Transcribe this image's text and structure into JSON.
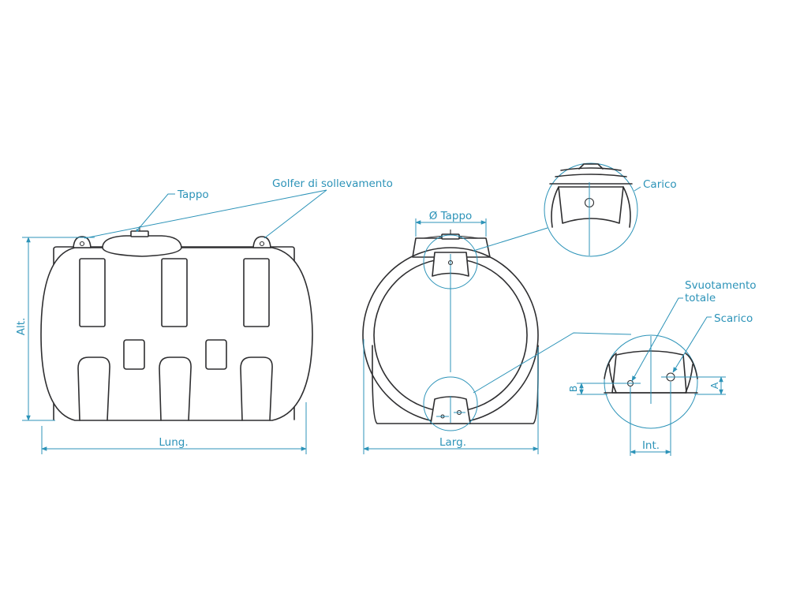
{
  "colors": {
    "accent": "#2c93b8",
    "ink": "#2e2e30",
    "background": "#ffffff"
  },
  "labels": {
    "tappo": "Tappo",
    "golfer": "Golfer di sollevamento",
    "alt": "Alt.",
    "lung": "Lung.",
    "diam_tappo": "Ø Tappo",
    "larg": "Larg.",
    "carico": "Carico",
    "svuotamento_line1": "Svuotamento",
    "svuotamento_line2": "totale",
    "scarico": "Scarico",
    "b": "B",
    "a": "A",
    "int": "Int."
  }
}
